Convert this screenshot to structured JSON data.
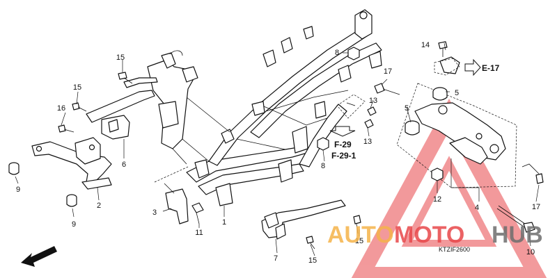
{
  "callouts": [
    {
      "id": "c1",
      "text": "1"
    },
    {
      "id": "c2",
      "text": "2"
    },
    {
      "id": "c3",
      "text": "3"
    },
    {
      "id": "c4",
      "text": "4"
    },
    {
      "id": "c5a",
      "text": "5"
    },
    {
      "id": "c5b",
      "text": "5"
    },
    {
      "id": "c6",
      "text": "6"
    },
    {
      "id": "c7",
      "text": "7"
    },
    {
      "id": "c8a",
      "text": "8"
    },
    {
      "id": "c8b",
      "text": "8"
    },
    {
      "id": "c9a",
      "text": "9"
    },
    {
      "id": "c9b",
      "text": "9"
    },
    {
      "id": "c10",
      "text": "10"
    },
    {
      "id": "c11",
      "text": "11"
    },
    {
      "id": "c12",
      "text": "12"
    },
    {
      "id": "c13a",
      "text": "13"
    },
    {
      "id": "c13b",
      "text": "13"
    },
    {
      "id": "c14",
      "text": "14"
    },
    {
      "id": "c15a",
      "text": "15"
    },
    {
      "id": "c15b",
      "text": "15"
    },
    {
      "id": "c15c",
      "text": "15"
    },
    {
      "id": "c15d",
      "text": "15"
    },
    {
      "id": "c16",
      "text": "16"
    },
    {
      "id": "c17a",
      "text": "17"
    },
    {
      "id": "c17b",
      "text": "17"
    }
  ],
  "references": {
    "e17": "E-17",
    "f29": "F-29",
    "f29_1": "F-29-1"
  },
  "direction_label": "FR.",
  "diagram_code": "KTZIF2600",
  "watermark": {
    "part1": "AUTO",
    "part2": "MOTO",
    "part3": "HUB",
    "color_red": "#e8474a",
    "color_orange": "#f5b34a",
    "color_gray": "#6e6e6e"
  }
}
